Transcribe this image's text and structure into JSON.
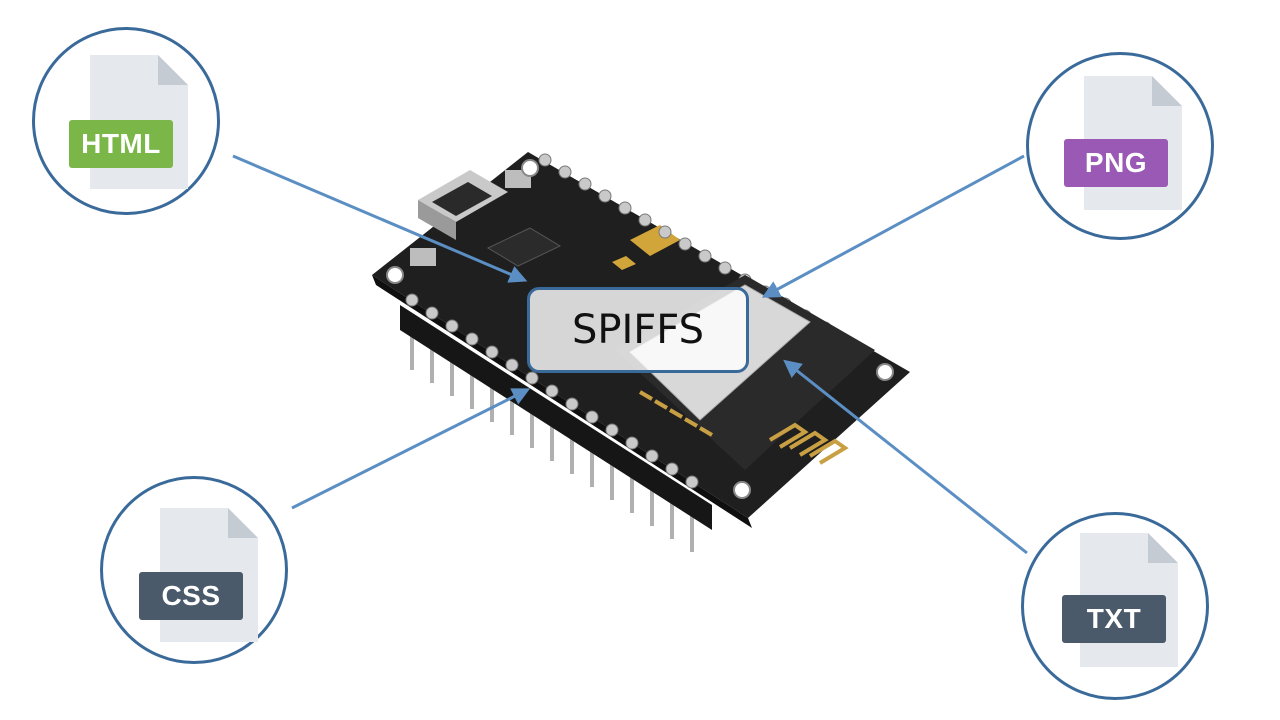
{
  "center_label": "SPIFFS",
  "files": [
    {
      "id": "html",
      "label": "HTML",
      "color": "#7ab648"
    },
    {
      "id": "png",
      "label": "PNG",
      "color": "#9b59b6"
    },
    {
      "id": "css",
      "label": "CSS",
      "color": "#4a5a6a"
    },
    {
      "id": "txt",
      "label": "TXT",
      "color": "#4a5a6a"
    }
  ],
  "colors": {
    "connector": "#5b8fc4",
    "node_border": "#3a6a9a",
    "board": "#1f1f1f",
    "module_shield": "#d8d8d8",
    "antenna": "#c8a043"
  }
}
